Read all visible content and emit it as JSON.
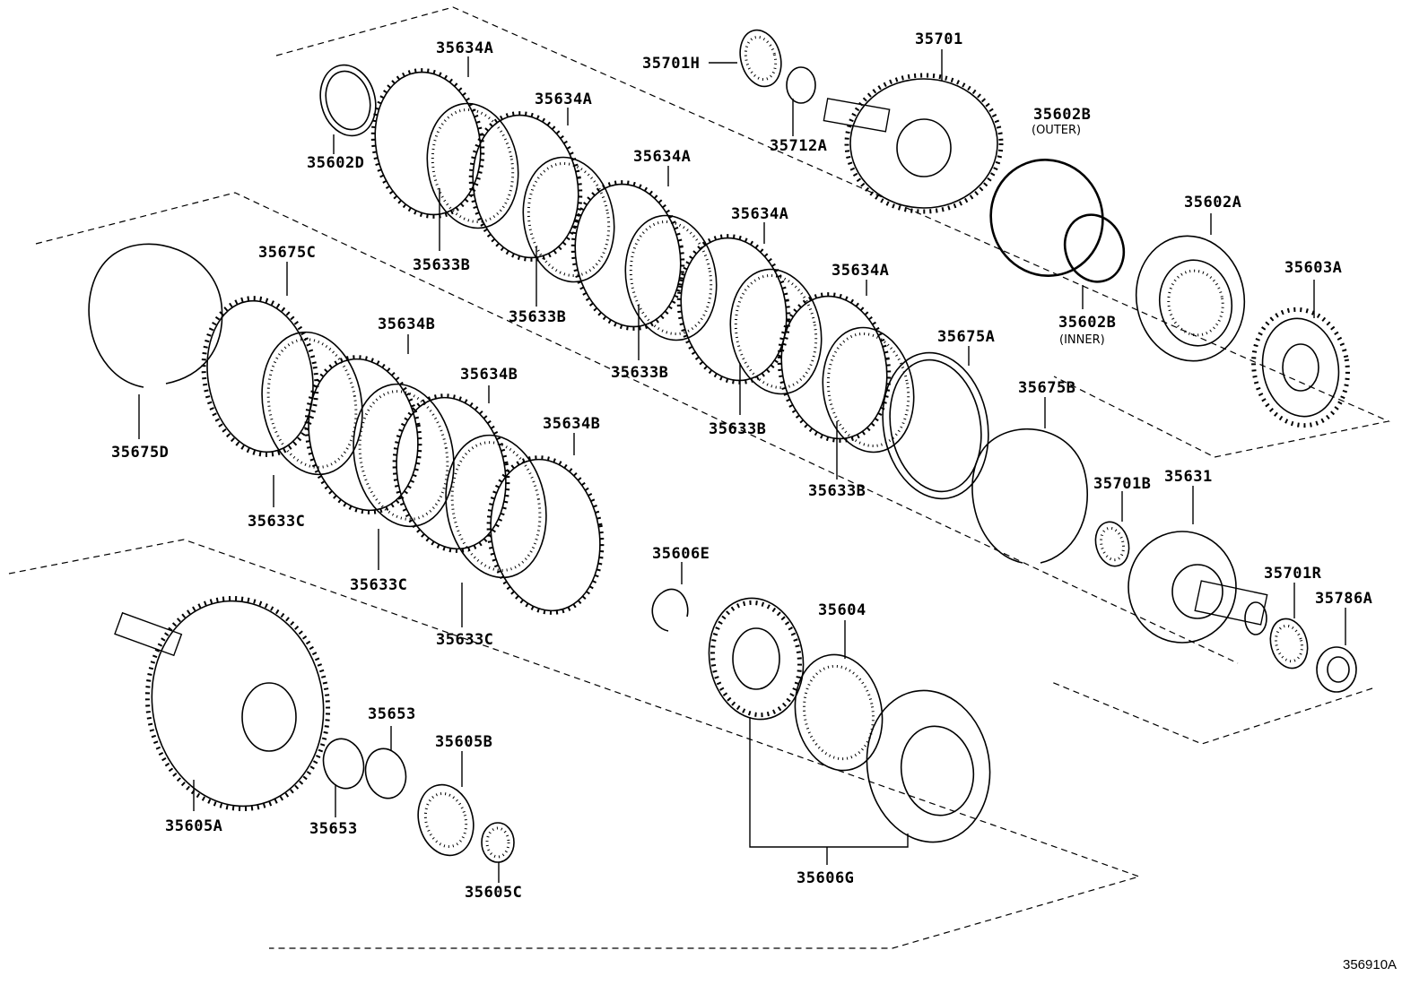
{
  "figure_id": "356910A",
  "labels": {
    "l35634A_1": "35634A",
    "l35634A_2": "35634A",
    "l35634A_3": "35634A",
    "l35634A_4": "35634A",
    "l35634A_5": "35634A",
    "l35602D": "35602D",
    "l35633B_1": "35633B",
    "l35633B_2": "35633B",
    "l35633B_3": "35633B",
    "l35633B_4": "35633B",
    "l35633B_5": "35633B",
    "l35701H": "35701H",
    "l35712A": "35712A",
    "l35701": "35701",
    "l35602B_outer": "35602B",
    "l35602B_inner": "35602B",
    "l35602A": "35602A",
    "l35603A": "35603A",
    "l35675A": "35675A",
    "l35675B": "35675B",
    "l35675C": "35675C",
    "l35675D": "35675D",
    "l35634B_1": "35634B",
    "l35634B_2": "35634B",
    "l35634B_3": "35634B",
    "l35633C_1": "35633C",
    "l35633C_2": "35633C",
    "l35633C_3": "35633C",
    "l35606E": "35606E",
    "l35701B": "35701B",
    "l35631": "35631",
    "l35701R": "35701R",
    "l35786A": "35786A",
    "l35604": "35604",
    "l35606G": "35606G",
    "l35605A": "35605A",
    "l35653_1": "35653",
    "l35653_2": "35653",
    "l35605B": "35605B",
    "l35605C": "35605C"
  },
  "sublabels": {
    "outer": "(OUTER)",
    "inner": "(INNER)"
  }
}
